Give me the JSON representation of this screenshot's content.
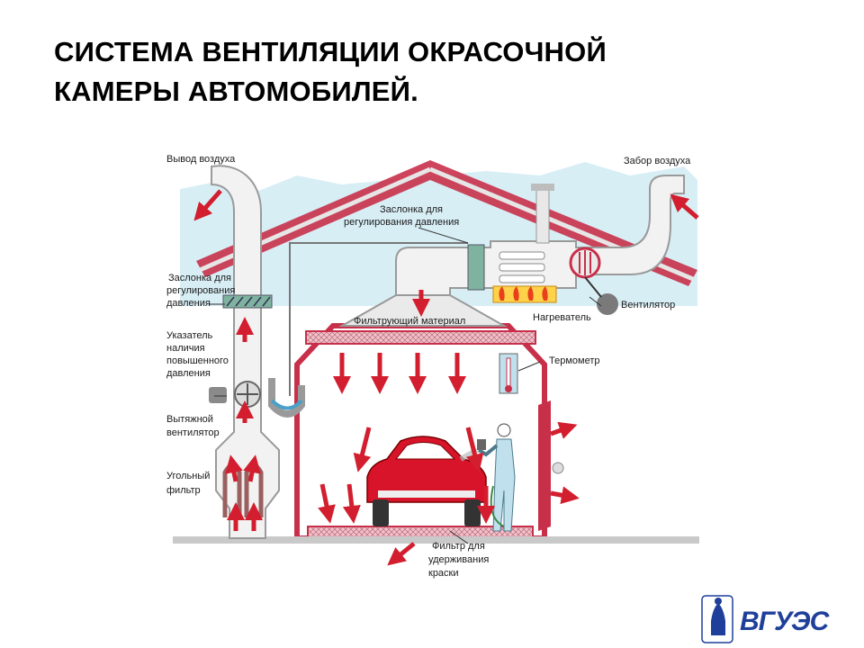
{
  "slide": {
    "title_line1": "СИСТЕМА ВЕНТИЛЯЦИИ ОКРАСОЧНОЙ",
    "title_line2": "КАМЕРЫ АВТОМОБИЛЕЙ."
  },
  "labels": {
    "air_outlet": "Вывод воздуха",
    "air_intake": "Забор воздуха",
    "damper_right_1": "Заслонка для",
    "damper_right_2": "регулирования давления",
    "damper_left_1": "Заслонка для",
    "damper_left_2": "регулирования",
    "damper_left_3": "давления",
    "indicator_1": "Указатель",
    "indicator_2": "наличия",
    "indicator_3": "повышенного",
    "indicator_4": "давления",
    "exhaust_fan_1": "Вытяжной",
    "exhaust_fan_2": "вентилятор",
    "carbon_filter_1": "Угольный",
    "carbon_filter_2": "фильтр",
    "filter_material": "Фильтрующий материал",
    "fan": "Вентилятор",
    "heater": "Нагреватель",
    "thermometer": "Термометр",
    "paint_filter_1": "Фильтр для",
    "paint_filter_2": "удерживания",
    "paint_filter_3": "краски"
  },
  "logo": {
    "text": "ВГУЭС"
  },
  "colors": {
    "roof": "#c8304a",
    "duct": "#f2f2f2",
    "duct_stroke": "#9a9a9a",
    "arrow": "#d21e2e",
    "sky": "#d8eef5",
    "filter": "#f5c0c8",
    "car": "#d8142a",
    "logo": "#1f3f9a"
  }
}
